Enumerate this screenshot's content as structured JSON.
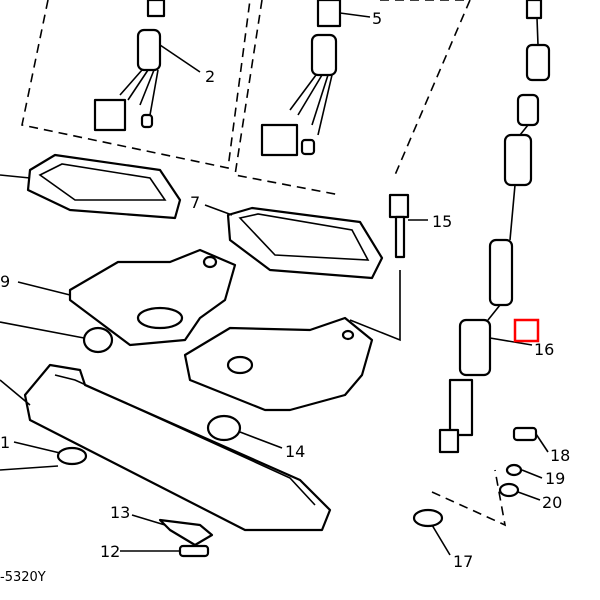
{
  "diagram": {
    "type": "exploded-parts-view",
    "code": "-5320Y",
    "highlight": {
      "color": "#ff0000",
      "near_label": "16"
    },
    "labels": [
      {
        "id": "p1",
        "text": "1"
      },
      {
        "id": "p2",
        "text": "2"
      },
      {
        "id": "p5",
        "text": "5"
      },
      {
        "id": "p7",
        "text": "7"
      },
      {
        "id": "p9",
        "text": "9"
      },
      {
        "id": "p12",
        "text": "12"
      },
      {
        "id": "p13",
        "text": "13"
      },
      {
        "id": "p14",
        "text": "14"
      },
      {
        "id": "p15",
        "text": "15"
      },
      {
        "id": "p16",
        "text": "16"
      },
      {
        "id": "p17",
        "text": "17"
      },
      {
        "id": "p18",
        "text": "18"
      },
      {
        "id": "p19",
        "text": "19"
      },
      {
        "id": "p20",
        "text": "20"
      }
    ]
  }
}
